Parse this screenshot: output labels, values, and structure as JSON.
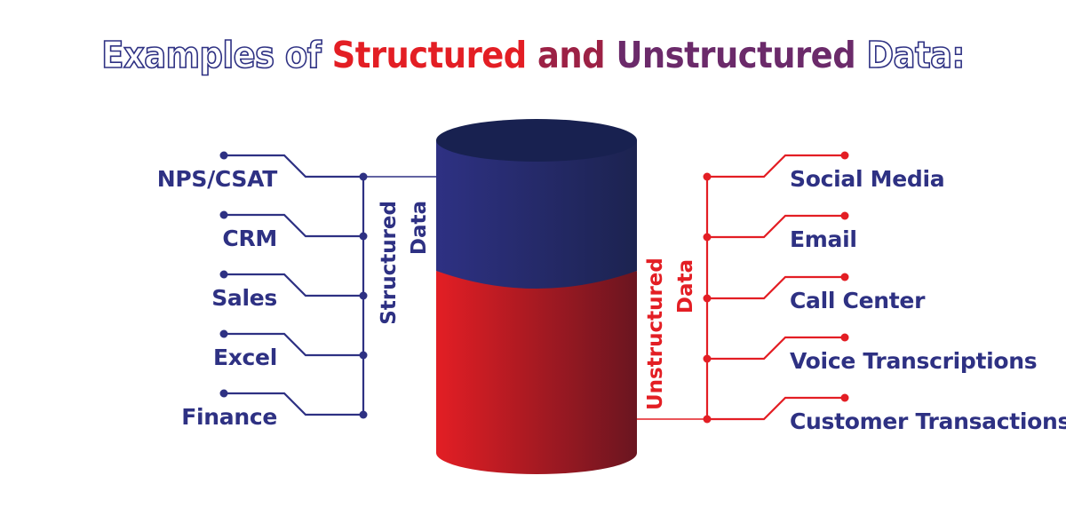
{
  "title": {
    "prefix": "Examples of ",
    "structured": "Structured",
    "and": " and ",
    "unstructured": "Unstructured",
    "suffix": " Data:"
  },
  "structured": {
    "label_line1": "Structured",
    "label_line2": "Data",
    "color": "#2e3183",
    "items": [
      "NPS/CSAT",
      "CRM",
      "Sales",
      "Excel",
      "Finance"
    ]
  },
  "unstructured": {
    "label_line1": "Unstructured",
    "label_line2": "Data",
    "color": "#e31e24",
    "items": [
      "Social Media",
      "Email",
      "Call Center",
      "Voice Transcriptions",
      "Customer Transactions"
    ]
  }
}
